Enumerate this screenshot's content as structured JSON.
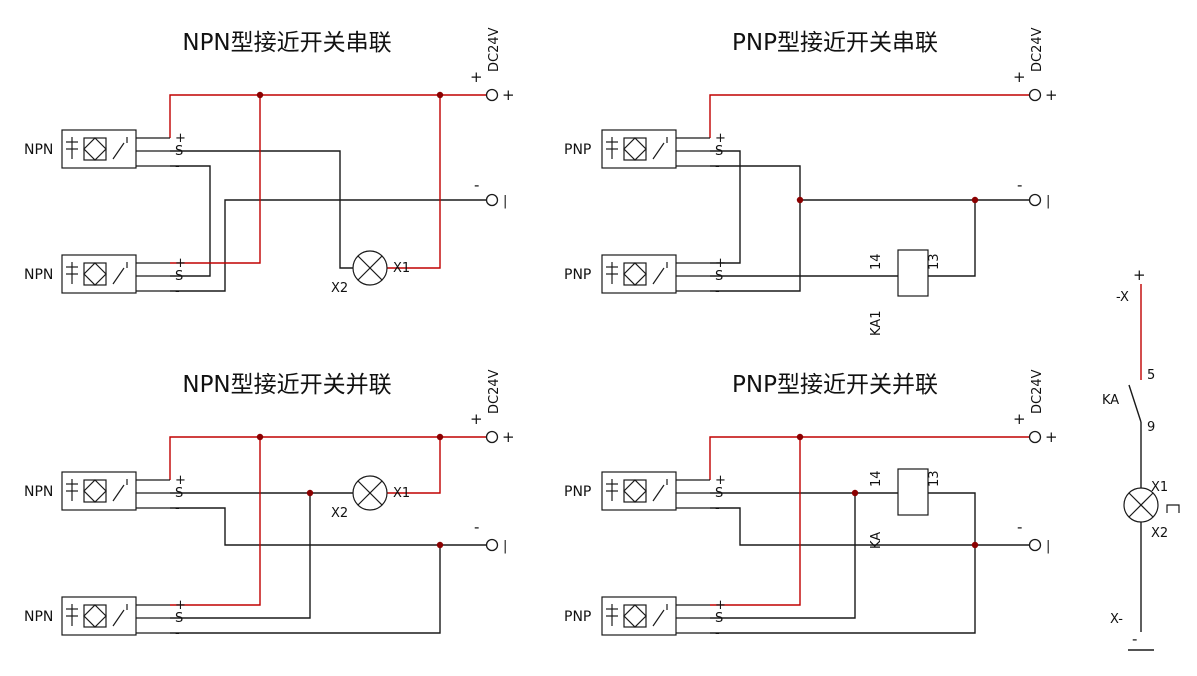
{
  "colors": {
    "wire": "#1a1a1a",
    "power_wire": "#c00000",
    "junction_dot": "#8b0000"
  },
  "quadrants": {
    "npn_series": {
      "title": "NPN型接近开关串联",
      "supply": "DC24V",
      "plus_label": "+",
      "plus_tail": "+",
      "minus_label": "-",
      "minus_tail": "|",
      "sensors": {
        "top": "NPN",
        "bottom": "NPN"
      },
      "pins": {
        "plus": "+",
        "signal": "S",
        "minus": "-"
      },
      "lamp": {
        "left": "X2",
        "right": "X1"
      }
    },
    "pnp_series": {
      "title": "PNP型接近开关串联",
      "supply": "DC24V",
      "plus_label": "+",
      "plus_tail": "+",
      "minus_label": "-",
      "minus_tail": "|",
      "sensors": {
        "top": "PNP",
        "bottom": "PNP"
      },
      "pins": {
        "plus": "+",
        "signal": "S",
        "minus": "-"
      },
      "relay": {
        "name": "KA1",
        "left_pin": "14",
        "right_pin": "13"
      }
    },
    "npn_parallel": {
      "title": "NPN型接近开关并联",
      "supply": "DC24V",
      "plus_label": "+",
      "plus_tail": "+",
      "minus_label": "-",
      "minus_tail": "|",
      "sensors": {
        "top": "NPN",
        "bottom": "NPN"
      },
      "pins": {
        "plus": "+",
        "signal": "S",
        "minus": "-"
      },
      "lamp": {
        "left": "X2",
        "right": "X1"
      }
    },
    "pnp_parallel": {
      "title": "PNP型接近开关并联",
      "supply": "DC24V",
      "plus_label": "+",
      "plus_tail": "+",
      "minus_label": "-",
      "minus_tail": "|",
      "sensors": {
        "top": "PNP",
        "bottom": "PNP"
      },
      "pins": {
        "plus": "+",
        "signal": "S",
        "minus": "-"
      },
      "relay": {
        "name": "KA",
        "left_pin": "14",
        "right_pin": "13"
      }
    }
  },
  "side_circuit": {
    "plus": "+",
    "top_wire_label": "-X",
    "contact_top_pin": "5",
    "contact_name": "KA",
    "contact_bottom_pin": "9",
    "lamp_top": "X1",
    "lamp_bottom": "X2",
    "lamp_mark": "⊓",
    "bottom_wire_label": "X-",
    "minus": "-"
  }
}
